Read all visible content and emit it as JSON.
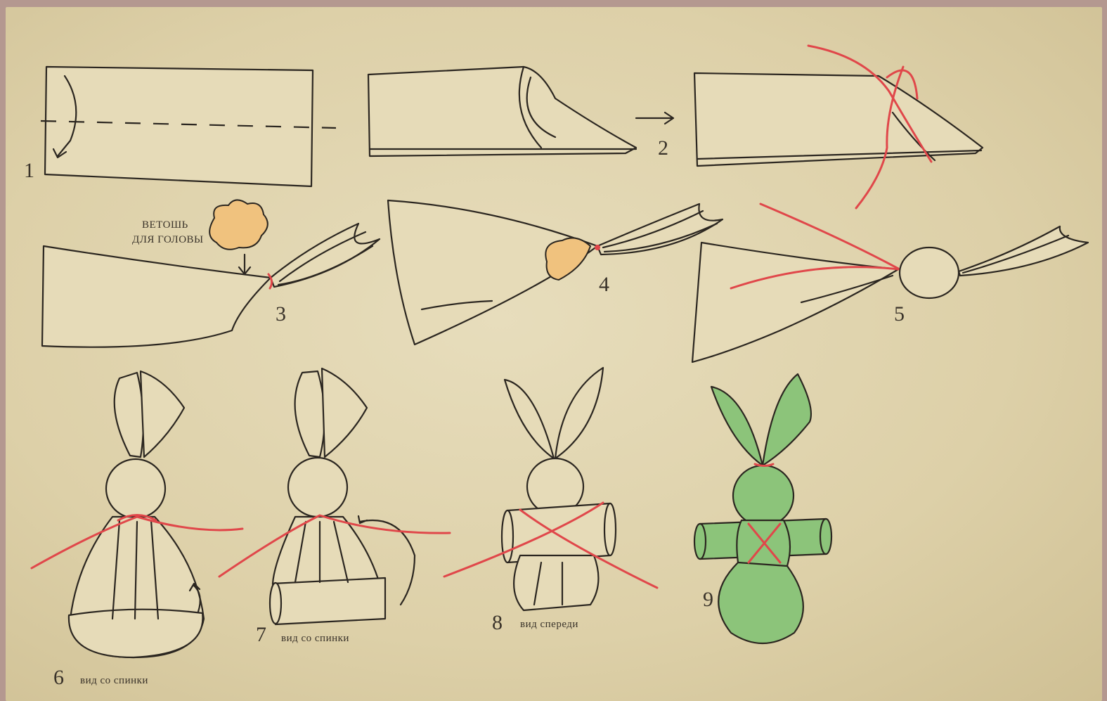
{
  "steps": {
    "s1": "1",
    "s2": "2",
    "s3": "3",
    "s4": "4",
    "s5": "5",
    "s6": "6",
    "s7": "7",
    "s8": "8",
    "s9": "9"
  },
  "captions": {
    "rag_line1": "ВЕТОШЬ",
    "rag_line2": "ДЛЯ ГОЛОВЫ",
    "s6": "вид со спинки",
    "s7": "вид со спинки",
    "s8": "вид спереди"
  },
  "colors": {
    "thread": "#e0474a",
    "stuffing": "#f0c27e",
    "fabric": "#8cc47a",
    "paper": "#e2d6b2"
  }
}
